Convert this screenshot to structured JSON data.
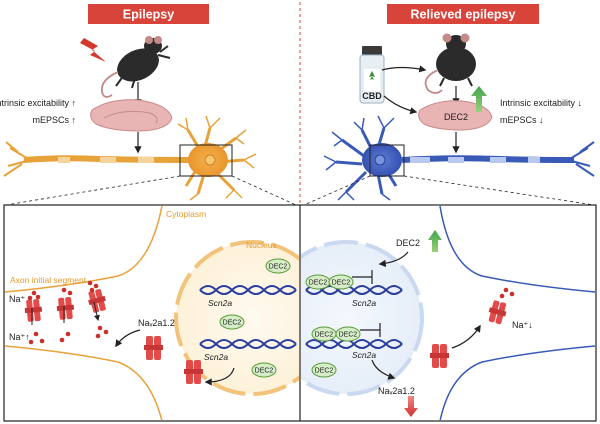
{
  "left_panel": {
    "title": "Epilepsy",
    "excitability": "Intrinsic excitability ↑",
    "mepscs": "mEPSCs ↑",
    "cytoplasm": "Cytoplasm",
    "nucleus": "Nucleus",
    "ais": "Axon initial segment",
    "na_in": "Na⁺",
    "na_out": "Na⁺↑",
    "nav": "Naᵥ2a1.2",
    "scn2a_1": "Scn2a",
    "scn2a_2": "Scn2a",
    "dec2_a": "DEC2",
    "dec2_b": "DEC2",
    "dec2_c": "DEC2"
  },
  "right_panel": {
    "title": "Relieved epilepsy",
    "cbd": "CBD",
    "dec2_brain": "DEC2",
    "excitability": "Intrinsic excitability ↓",
    "mepscs": "mEPSCs ↓",
    "dec2_free": "DEC2",
    "scn2a_1": "Scn2a",
    "scn2a_2": "Scn2a",
    "dec2_bound_1": "DEC2",
    "dec2_bound_2": "DEC2",
    "dec2_bound_3": "DEC2",
    "dec2_bound_4": "DEC2",
    "dec2_low": "DEC2",
    "nav": "Naᵥ2a1.2",
    "na_out": "Na⁺↓"
  },
  "colors": {
    "title_bg": "#d9443a",
    "orange_neuron": "#e8a23a",
    "blue_neuron": "#3a5ab8",
    "channel": "#e34b4b",
    "dna": "#2b3f9e",
    "dec2_fill": "#d7edc8",
    "dec2_stroke": "#5a9a3a",
    "divider": "#e0463c"
  }
}
